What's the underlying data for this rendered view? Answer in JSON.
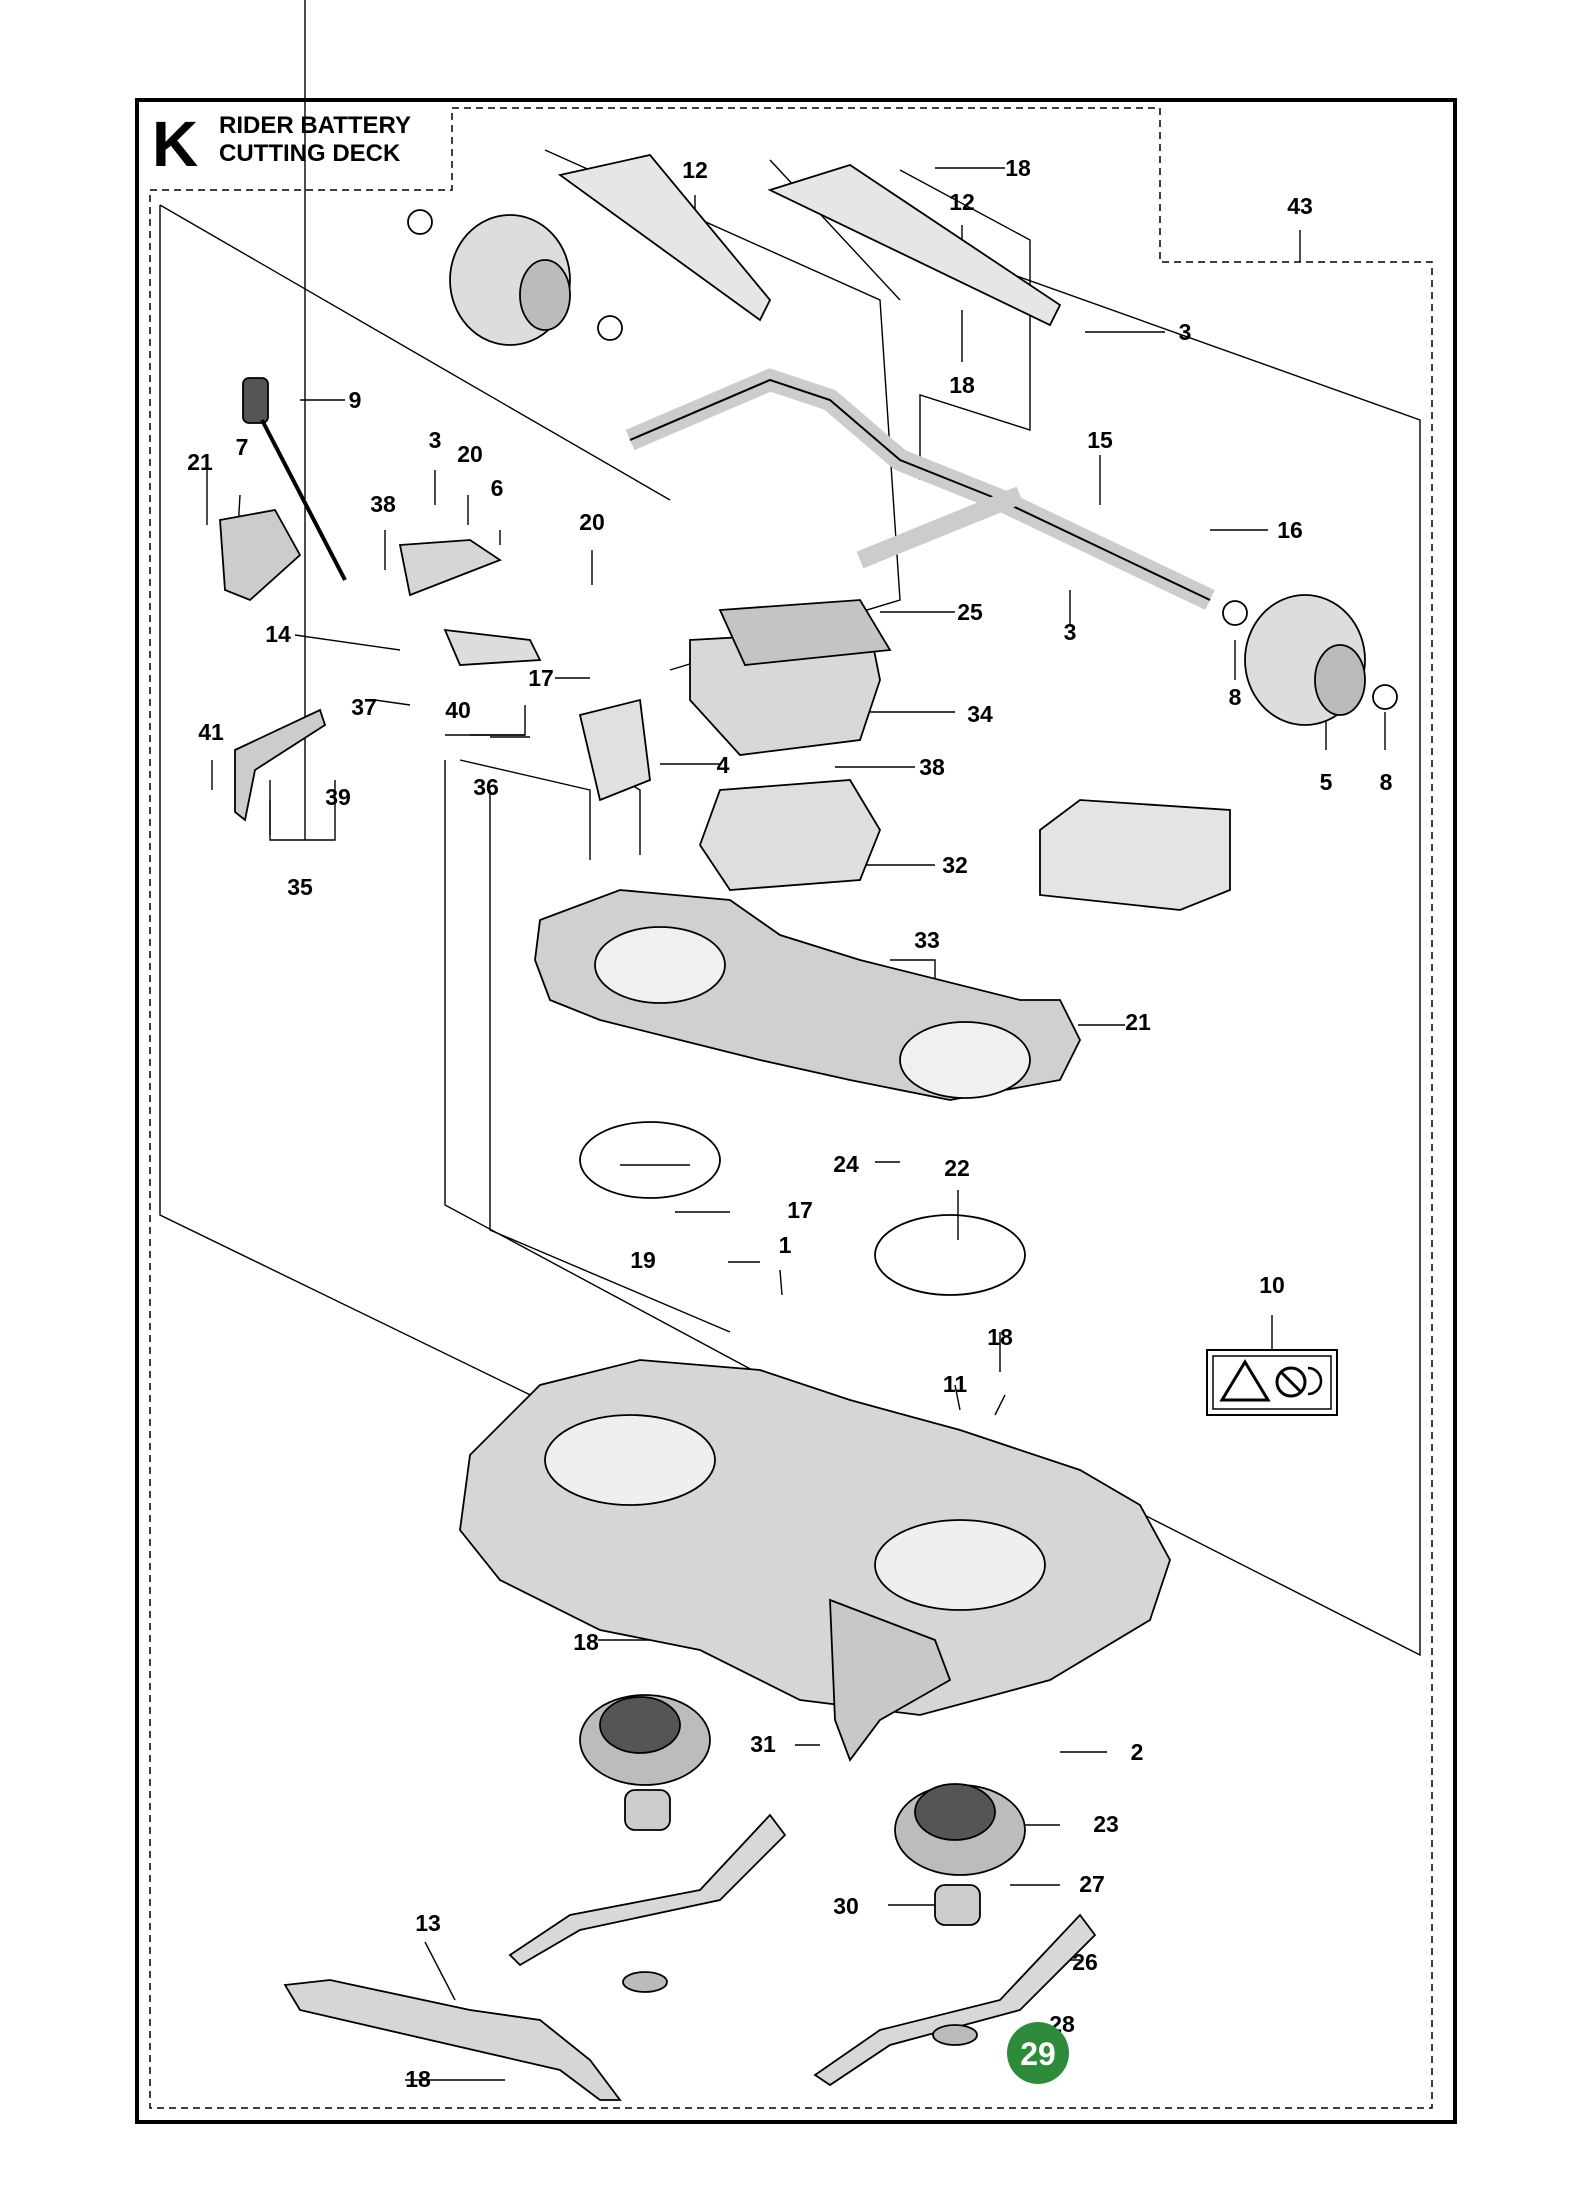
{
  "header": {
    "letter": "K",
    "title_line1": "RIDER BATTERY",
    "title_line2": "CUTTING DECK"
  },
  "page_number": "29",
  "colors": {
    "badge": "#2e8b3a",
    "line": "#000000",
    "part_gray": "#d0d0d0"
  },
  "callouts": [
    "12",
    "18",
    "12",
    "43",
    "3",
    "18",
    "9",
    "3",
    "20",
    "21",
    "7",
    "6",
    "38",
    "20",
    "15",
    "16",
    "25",
    "14",
    "3",
    "17",
    "37",
    "40",
    "8",
    "34",
    "4",
    "38",
    "41",
    "36",
    "39",
    "5",
    "8",
    "35",
    "32",
    "33",
    "21",
    "24",
    "22",
    "17",
    "19",
    "1",
    "10",
    "18",
    "11",
    "18",
    "31",
    "2",
    "23",
    "27",
    "13",
    "30",
    "26",
    "28",
    "18"
  ]
}
